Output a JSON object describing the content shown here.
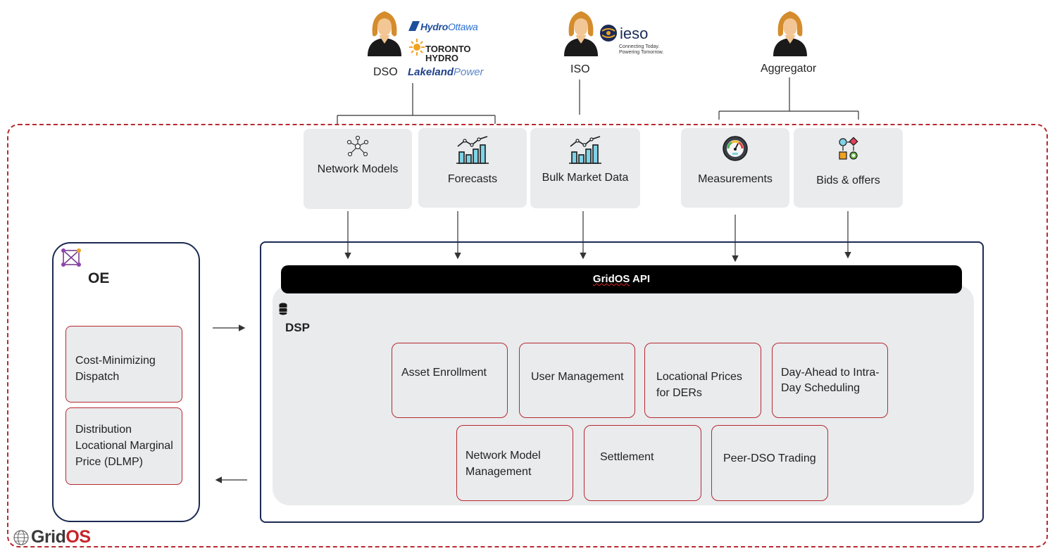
{
  "actors": {
    "dso": {
      "label": "DSO",
      "logos": {
        "hydro_ottawa_bold": "Hydro",
        "hydro_ottawa_thin": "Ottawa",
        "toronto_line1": "TORONTO",
        "toronto_line2": "HYDRO",
        "lakeland_bold": "Lakeland",
        "lakeland_thin": "Power"
      }
    },
    "iso": {
      "label": "ISO",
      "logos": {
        "ieso_name": "ieso",
        "ieso_tagline_1": "Connecting Today.",
        "ieso_tagline_2": "Powering Tomorrow."
      }
    },
    "aggregator": {
      "label": "Aggregator"
    }
  },
  "data_sources": [
    {
      "label": "Network Models",
      "icon": "network-nodes-icon"
    },
    {
      "label": "Forecasts",
      "icon": "bar-chart-trend-icon"
    },
    {
      "label": "Bulk Market Data",
      "icon": "bar-chart-trend-icon"
    },
    {
      "label": "Measurements",
      "icon": "gauge-meter-icon"
    },
    {
      "label": "Bids & offers",
      "icon": "bids-offers-icon"
    }
  ],
  "api": {
    "label_part1": "GridOS",
    "label_part2": " API"
  },
  "oe": {
    "title": "OE",
    "icon": "network-square-icon",
    "items": [
      {
        "line1": "Cost-Minimizing",
        "line2": "Dispatch"
      },
      {
        "line1": "Distribution",
        "line2": "Locational Marginal",
        "line3": "Price (DLMP)"
      }
    ]
  },
  "dsp": {
    "title": "DSP",
    "icon": "database-icon",
    "modules_row1": [
      {
        "line1": "Asset Enrollment"
      },
      {
        "line1": "User Management"
      },
      {
        "line1": "Locational Prices",
        "line2": "for DERs"
      },
      {
        "line1": "Day-Ahead to Intra-",
        "line2": "Day Scheduling"
      }
    ],
    "modules_row2": [
      {
        "line1": "Network Model",
        "line2": "Management"
      },
      {
        "line1": "Settlement"
      },
      {
        "line1": "Peer-DSO Trading"
      }
    ]
  },
  "brand": {
    "part1": "Grid",
    "part2": "OS"
  },
  "colors": {
    "frame_red": "#b8292f",
    "navy": "#1b2a52",
    "panel_gray": "#e9ebed",
    "api_black": "#000000"
  }
}
